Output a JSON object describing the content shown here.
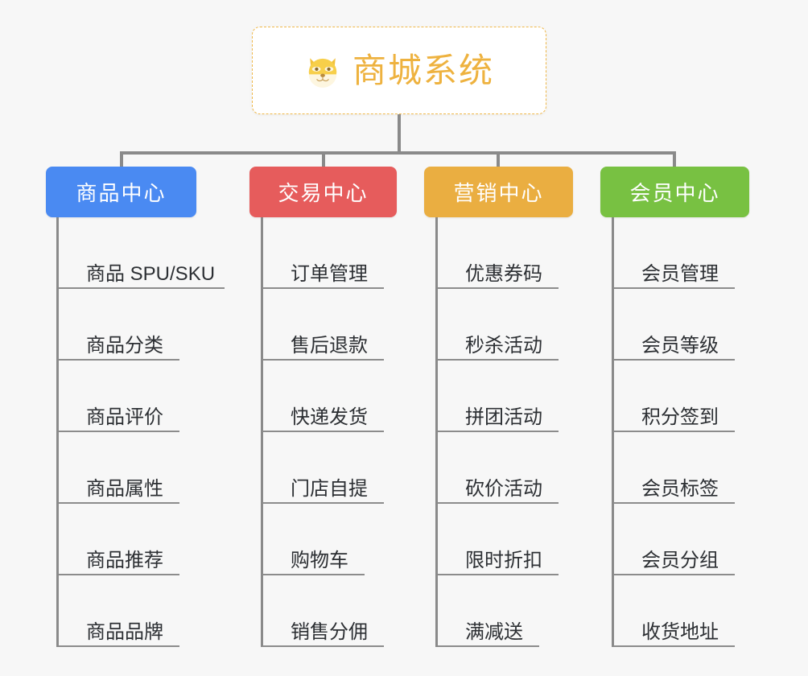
{
  "root": {
    "title": "商城系统",
    "icon": "dog-face-icon",
    "border_color": "#f0b84a",
    "text_color": "#eeb23f",
    "background": "#ffffff"
  },
  "canvas": {
    "background": "#f7f7f7",
    "line_color": "#8a8a8a"
  },
  "branches": [
    {
      "label": "商品中心",
      "color": "#4a8af2",
      "leaves": [
        {
          "label": "商品 SPU/SKU",
          "underline_width": 206
        },
        {
          "label": "商品分类",
          "underline_width": 150
        },
        {
          "label": "商品评价",
          "underline_width": 150
        },
        {
          "label": "商品属性",
          "underline_width": 150
        },
        {
          "label": "商品推荐",
          "underline_width": 150
        },
        {
          "label": "商品品牌",
          "underline_width": 150
        }
      ]
    },
    {
      "label": "交易中心",
      "color": "#e65c5c",
      "leaves": [
        {
          "label": "订单管理",
          "underline_width": 150
        },
        {
          "label": "售后退款",
          "underline_width": 150
        },
        {
          "label": "快递发货",
          "underline_width": 150
        },
        {
          "label": "门店自提",
          "underline_width": 150
        },
        {
          "label": "购物车",
          "underline_width": 126
        },
        {
          "label": "销售分佣",
          "underline_width": 150
        }
      ]
    },
    {
      "label": "营销中心",
      "color": "#eaae41",
      "leaves": [
        {
          "label": "优惠券码",
          "underline_width": 150
        },
        {
          "label": "秒杀活动",
          "underline_width": 150
        },
        {
          "label": "拼团活动",
          "underline_width": 150
        },
        {
          "label": "砍价活动",
          "underline_width": 150
        },
        {
          "label": "限时折扣",
          "underline_width": 150
        },
        {
          "label": "满减送",
          "underline_width": 126
        }
      ]
    },
    {
      "label": "会员中心",
      "color": "#78c142",
      "leaves": [
        {
          "label": "会员管理",
          "underline_width": 150
        },
        {
          "label": "会员等级",
          "underline_width": 150
        },
        {
          "label": "积分签到",
          "underline_width": 150
        },
        {
          "label": "会员标签",
          "underline_width": 150
        },
        {
          "label": "会员分组",
          "underline_width": 150
        },
        {
          "label": "收货地址",
          "underline_width": 150
        }
      ]
    }
  ]
}
